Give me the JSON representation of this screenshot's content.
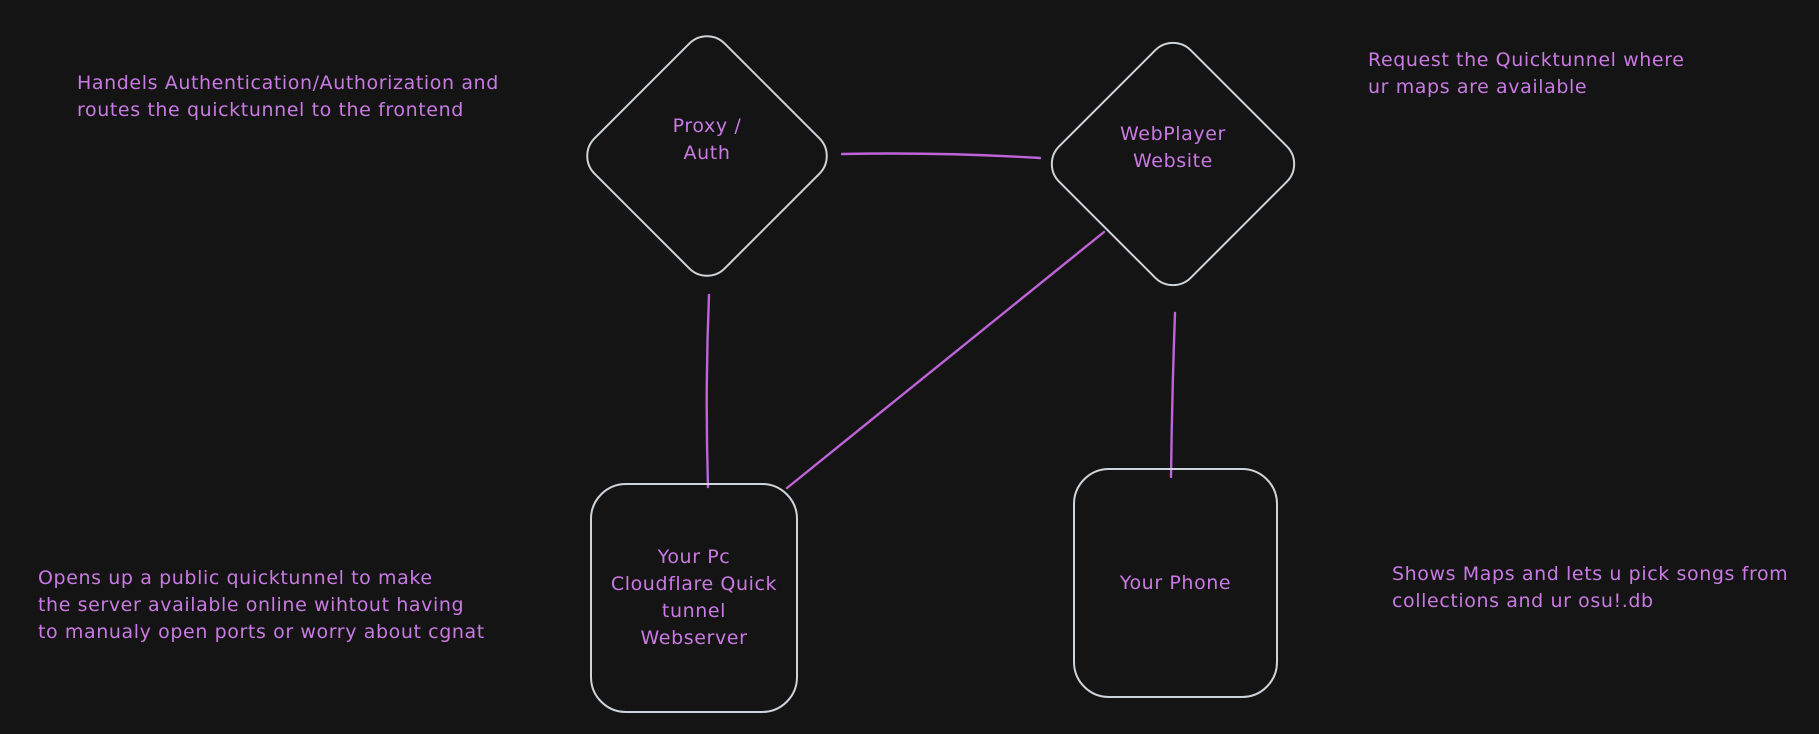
{
  "canvas": {
    "background": "#141414",
    "shape_stroke_color": "#ced4da",
    "accent_color": "#bf63d9",
    "text_color": "#c97ae3"
  },
  "nodes": {
    "proxy_auth": {
      "shape": "diamond",
      "label": "Proxy /\nAuth"
    },
    "webplayer_website": {
      "shape": "diamond",
      "label": "WebPlayer\nWebsite"
    },
    "your_pc": {
      "shape": "rounded-rectangle",
      "label": "Your Pc\nCloudflare Quick\ntunnel\nWebserver"
    },
    "your_phone": {
      "shape": "rounded-rectangle",
      "label": "Your Phone"
    }
  },
  "annotations": {
    "proxy_note": "Handels Authentication/Authorization and\nroutes the quicktunnel to the frontend",
    "webplayer_note": "Request the Quicktunnel where\nur maps are available",
    "tunnel_note": "Opens up a public quicktunnel to make\nthe server available online wihtout having\nto manualy open ports or worry about cgnat",
    "phone_note": "Shows Maps and lets u pick songs from\ncollections and ur osu!.db"
  },
  "edges": [
    {
      "id": "proxy-webplayer",
      "from": "proxy_auth",
      "to": "webplayer_website"
    },
    {
      "id": "proxy-your-pc",
      "from": "proxy_auth",
      "to": "your_pc"
    },
    {
      "id": "webplayer-your-pc",
      "from": "webplayer_website",
      "to": "your_pc"
    },
    {
      "id": "webplayer-your-phone",
      "from": "webplayer_website",
      "to": "your_phone"
    }
  ]
}
